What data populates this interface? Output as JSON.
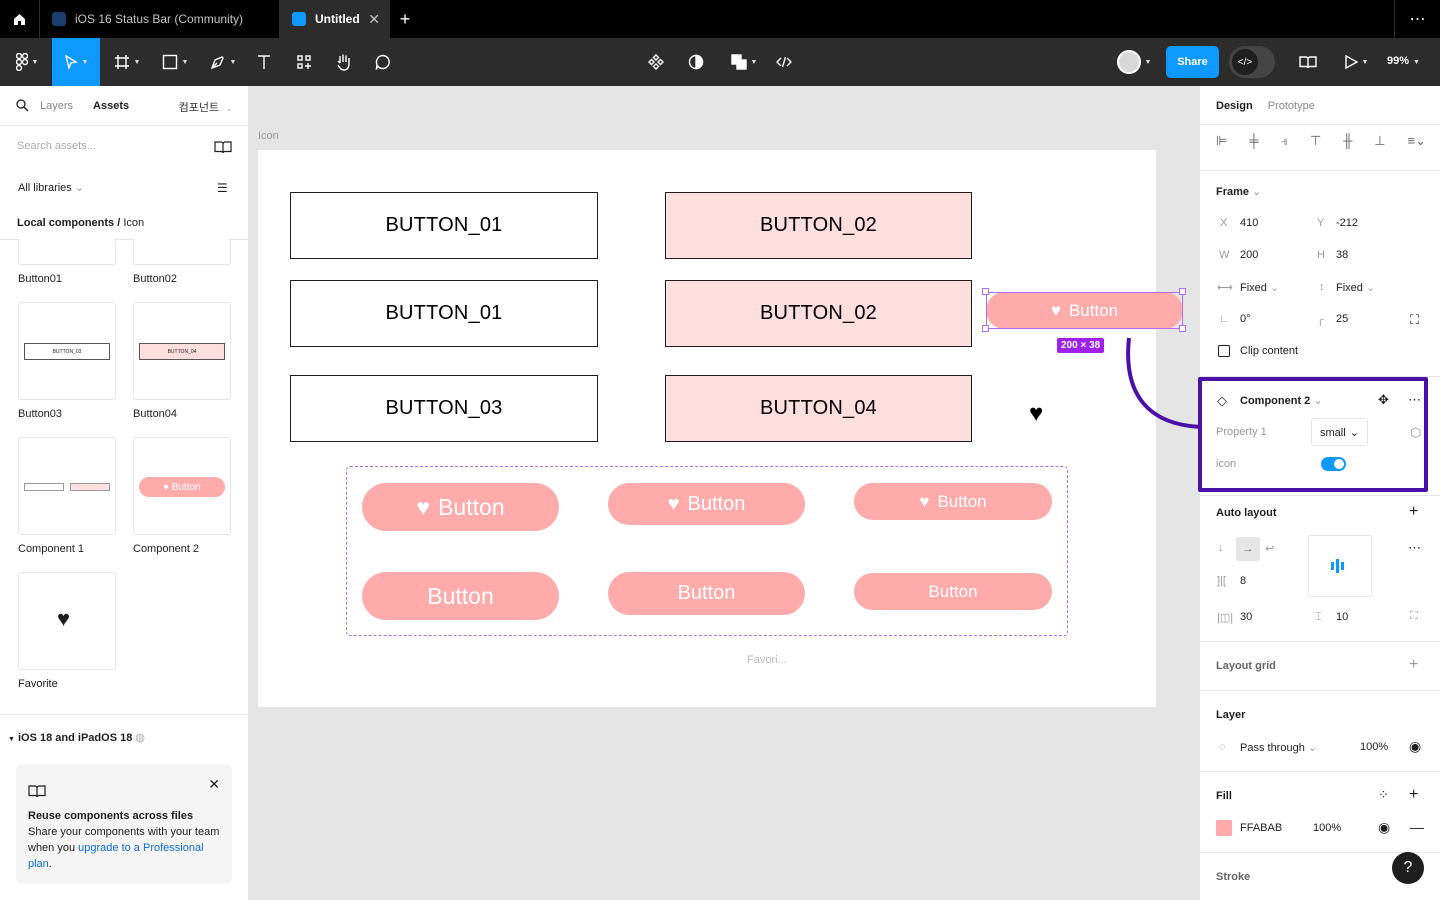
{
  "tabs": {
    "file1": "iOS 16 Status Bar (Community)",
    "file2": "Untitled"
  },
  "toolbar": {
    "share": "Share",
    "zoom": "99%"
  },
  "left": {
    "layers": "Layers",
    "assets": "Assets",
    "components_ko": "컴포넌트",
    "search_placeholder": "Search assets...",
    "all_libraries": "All libraries",
    "local_prefix": "Local components /",
    "local_page": "Icon",
    "items": [
      "Button01",
      "Button02",
      "Button03",
      "Button04",
      "Component 1",
      "Component 2",
      "Favorite"
    ],
    "thumb_texts": {
      "b03": "BUTTON_03",
      "b04": "BUTTON_04",
      "pill": "Button"
    },
    "library": "iOS 18 and iPadOS 18",
    "tip_title": "Reuse components across files",
    "tip_text": "Share your components with your team when you ",
    "tip_link": "upgrade to a Professional plan",
    "tip_end": "."
  },
  "canvas": {
    "frame_label": "Icon",
    "buttons": [
      "BUTTON_01",
      "BUTTON_02",
      "BUTTON_01",
      "BUTTON_02",
      "BUTTON_03",
      "BUTTON_04"
    ],
    "pill_label": "Button",
    "selection_dim": "200 × 38",
    "fav_label": "Favori..."
  },
  "right": {
    "design": "Design",
    "prototype": "Prototype",
    "frame": "Frame",
    "x_label": "X",
    "x": "410",
    "y_label": "Y",
    "y": "-212",
    "w_label": "W",
    "w": "200",
    "h_label": "H",
    "h": "38",
    "fixed_w": "Fixed",
    "fixed_h": "Fixed",
    "rotation": "0°",
    "radius": "25",
    "clip": "Clip content",
    "component": "Component 2",
    "prop1": "Property 1",
    "prop1_value": "small",
    "icon_prop": "icon",
    "autolayout": "Auto layout",
    "gap": "8",
    "pad_h": "30",
    "pad_v": "10",
    "layout_grid": "Layout grid",
    "layer": "Layer",
    "blend": "Pass through",
    "opacity": "100%",
    "fill": "Fill",
    "fill_hex": "FFABAB",
    "fill_opacity": "100%",
    "stroke": "Stroke",
    "help": "?"
  },
  "colors": {
    "accent": "#0d99ff",
    "pill": "#ffabab",
    "pink_bg": "#ffdede",
    "highlight": "#4a10a8",
    "selection": "#a020f0"
  }
}
